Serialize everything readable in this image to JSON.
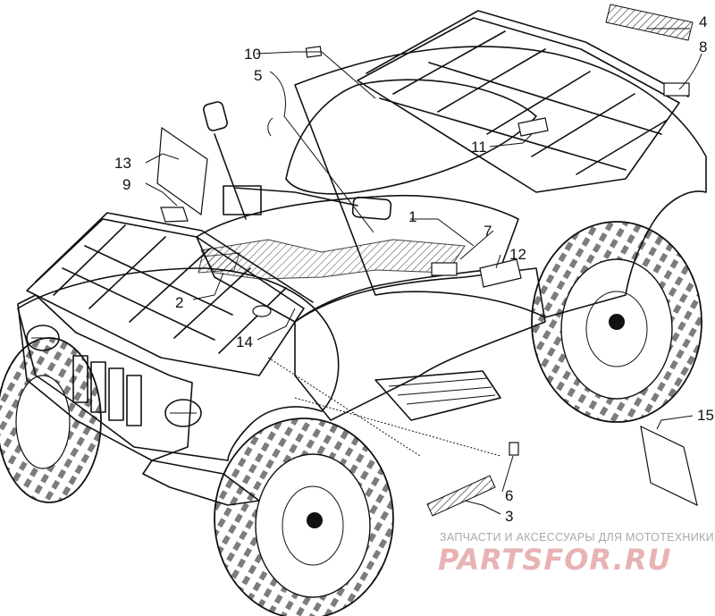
{
  "diagram": {
    "callouts": [
      {
        "id": "1",
        "text": "1"
      },
      {
        "id": "2",
        "text": "2"
      },
      {
        "id": "3",
        "text": "3"
      },
      {
        "id": "4",
        "text": "4"
      },
      {
        "id": "5",
        "text": "5"
      },
      {
        "id": "6",
        "text": "6"
      },
      {
        "id": "7",
        "text": "7"
      },
      {
        "id": "8",
        "text": "8"
      },
      {
        "id": "9",
        "text": "9"
      },
      {
        "id": "10",
        "text": "10"
      },
      {
        "id": "11",
        "text": "11"
      },
      {
        "id": "12",
        "text": "12"
      },
      {
        "id": "13",
        "text": "13"
      },
      {
        "id": "14",
        "text": "14"
      },
      {
        "id": "15",
        "text": "15"
      }
    ]
  },
  "watermark": {
    "tagline": "ЗАПЧАСТИ И АКСЕССУАРЫ ДЛЯ МОТОТЕХНИКИ",
    "brand": "PARTSFOR.RU"
  }
}
